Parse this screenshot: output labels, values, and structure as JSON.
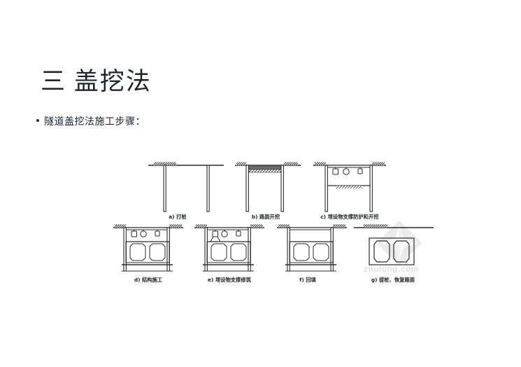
{
  "slide": {
    "title": "三 盖挖法",
    "bullet": {
      "marker": "bullet-dot",
      "text": "隧道盖挖法施工步骤："
    }
  },
  "figure": {
    "name": "cut-and-cover-construction-steps-diagram",
    "watermark": {
      "text": "zhulong.com",
      "logo": "diamond-star-logo",
      "color": "#d3d3d3"
    },
    "colors": {
      "ink": "#2b2b2b",
      "ground_hatch": "#3a3a3a",
      "fill_dark": "#6e6e6e",
      "panel_line": "#1f1f1f"
    },
    "panels": [
      {
        "id": "a",
        "caption": "a) 打桩",
        "description": "两根桩打入地面，地表线完整",
        "elements": [
          "ground-line",
          "pile-left",
          "pile-right"
        ]
      },
      {
        "id": "b",
        "caption": "b) 路面开挖",
        "description": "桩间路面开挖，露出深色土层",
        "elements": [
          "ground-line",
          "pile-left",
          "pile-right",
          "excavated-road-band"
        ]
      },
      {
        "id": "c",
        "caption": "c) 埋设物支撑防护和开挖",
        "description": "顶板下吊挂管线，下部继续开挖",
        "elements": [
          "top-slab",
          "pile-left",
          "pile-right",
          "utility-pipes",
          "excavation-level-line"
        ]
      },
      {
        "id": "d",
        "caption": "d) 结构施工",
        "description": "双孔箱形结构施工完成",
        "elements": [
          "top-slab",
          "pile-left",
          "pile-right",
          "utility-pipes",
          "twin-box-structure",
          "bottom-slab"
        ]
      },
      {
        "id": "e",
        "caption": "e) 埋设物支撑修筑",
        "description": "埋设物支撑修筑，管线下设托架",
        "elements": [
          "top-slab",
          "pile-left",
          "pile-right",
          "utility-pipes",
          "pipe-cradle",
          "twin-box-structure",
          "bottom-slab"
        ]
      },
      {
        "id": "f",
        "caption": "f) 回填",
        "description": "结构周围回填完成",
        "elements": [
          "top-slab",
          "pile-left",
          "pile-right",
          "twin-box-structure",
          "bottom-slab"
        ]
      },
      {
        "id": "g",
        "caption": "g) 拔桩、恢复路面",
        "description": "拔除临时桩，恢复路面，箱形结构埋入地下",
        "elements": [
          "restored-ground-line",
          "twin-box-structure"
        ]
      }
    ]
  }
}
